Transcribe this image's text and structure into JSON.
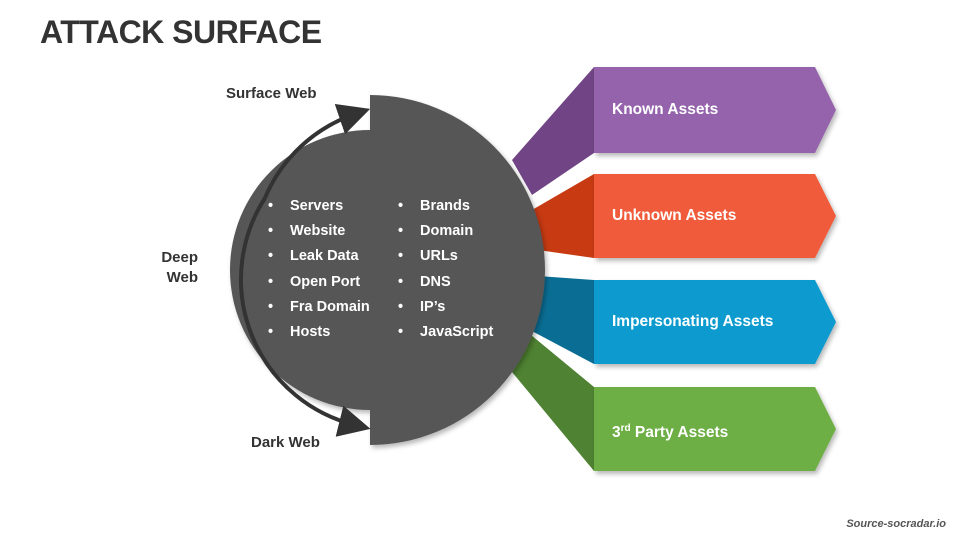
{
  "title": "ATTACK SURFACE",
  "web_layers": {
    "surface": "Surface Web",
    "deep_line1": "Deep",
    "deep_line2": "Web",
    "dark": "Dark Web"
  },
  "bullet_symbol": "•",
  "circle_items": {
    "left": [
      "Servers",
      "Website",
      "Leak Data",
      "Open Port",
      "Fra Domain",
      "Hosts"
    ],
    "right": [
      "Brands",
      "Domain",
      "URLs",
      "DNS",
      "IP’s",
      "JavaScript"
    ]
  },
  "assets": [
    {
      "label": "Known Assets",
      "color": "#9464AC",
      "dark": "#714585"
    },
    {
      "label": "Unknown Assets",
      "color": "#F05C3A",
      "dark": "#C73A12"
    },
    {
      "label": "Impersonating Assets",
      "color": "#0D9BCF",
      "dark": "#0A6E94"
    },
    {
      "label_main": "3",
      "label_sup": "rd",
      "label_rest": " Party Assets",
      "color": "#6DAE45",
      "dark": "#4F8232"
    }
  ],
  "colors": {
    "circle": "#565656",
    "arrow": "#333333",
    "title": "#333333"
  },
  "source": "Source-socradar.io"
}
